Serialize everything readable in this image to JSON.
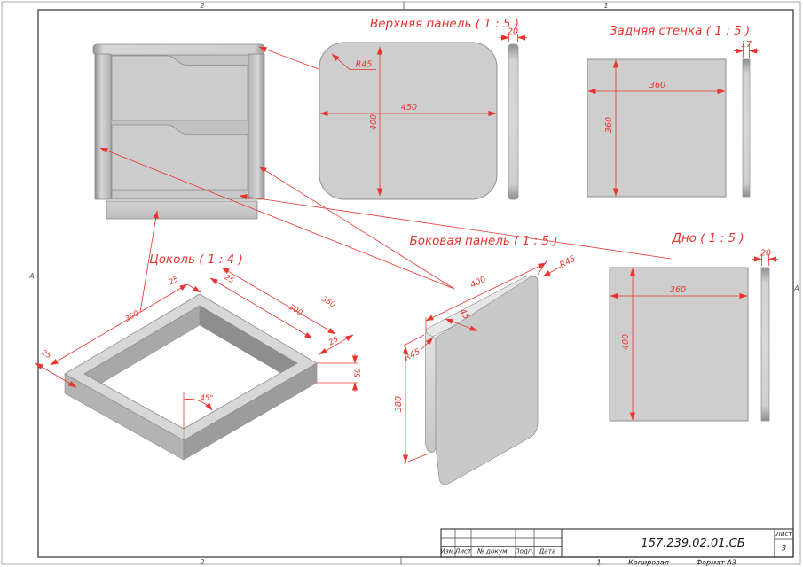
{
  "sheet": {
    "zones": {
      "top_left": "2",
      "top_right": "1",
      "bottom_left": "2",
      "row_left": "А",
      "row_right": "А"
    },
    "title_block": {
      "doc_number": "157.239.02.01.СБ",
      "columns": {
        "izm": "Изм.",
        "list": "Лист",
        "doc": "№ докум.",
        "podp": "Подп.",
        "data": "Дата"
      },
      "sheet_label": "Лист",
      "sheet_number": "3",
      "footer": {
        "zone": "1",
        "copied": "Копировал",
        "format": "Формат А3"
      }
    }
  },
  "views": {
    "top_panel": {
      "title": "Верхняя панель ( 1 : 5 )",
      "radius": "R45",
      "width": "450",
      "depth": "400",
      "thickness": "20"
    },
    "back_wall": {
      "title": "Задняя стенка ( 1 : 5 )",
      "width": "360",
      "height": "360",
      "thickness": "17"
    },
    "bottom_panel": {
      "title": "Дно ( 1 : 5 )",
      "width": "360",
      "depth": "400",
      "thickness": "20"
    },
    "side_panel": {
      "title": "Боковая панель ( 1 : 5 )",
      "length": "400",
      "thickness": "45",
      "radius_top": "R45",
      "radius_front": "R45",
      "height": "380"
    },
    "plinth": {
      "title": "Цоколь ( 1 : 4 )",
      "outer_left": "350",
      "member_a": "25",
      "member_b": "25",
      "inner": "300",
      "outer_right": "350",
      "member_c": "25",
      "member_d": "25",
      "angle": "45°",
      "height": "50"
    }
  }
}
